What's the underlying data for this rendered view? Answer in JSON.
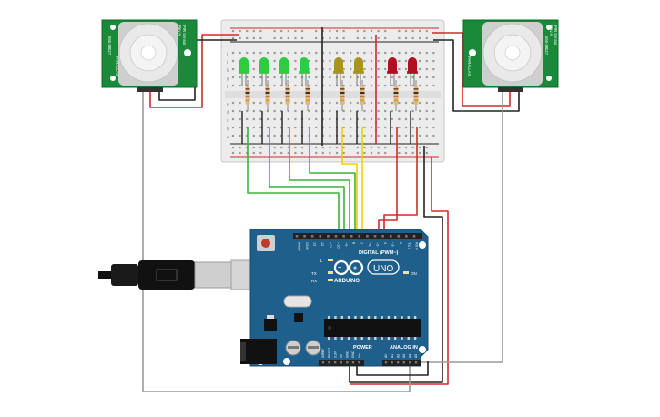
{
  "pir_left": {
    "top_text": "PIR Sensor",
    "top_text2": "Rev A",
    "side_text": "555-28027",
    "side_text2": "PARALLAX"
  },
  "pir_right": {
    "top_text": "PIR Sensor",
    "top_text2": "Rev A",
    "side_text": "555-28027",
    "side_text2": "PARALLAX"
  },
  "breadboard": {
    "row_letters_top": [
      "j",
      "i",
      "h",
      "g",
      "f"
    ],
    "row_letters_bottom": [
      "e",
      "d",
      "c",
      "b",
      "a"
    ]
  },
  "arduino": {
    "brand": "ARDUINO",
    "model": "UNO",
    "digital_label": "DIGITAL (PWM~)",
    "power_label": "POWER",
    "analog_label": "ANALOG IN",
    "led_l": "L",
    "led_tx": "TX",
    "led_rx": "RX",
    "led_on": "ON",
    "digital_pins": [
      "AREF",
      "GND",
      "13",
      "12",
      "~11",
      "~10",
      "~9",
      "8",
      "7",
      "~6",
      "~5",
      "4",
      "~3",
      "2",
      "TX 1",
      "RX 0"
    ],
    "power_pins": [
      "IOREF",
      "RESET",
      "3.3V",
      "5V",
      "GND",
      "GND",
      "Vin"
    ],
    "analog_pins": [
      "A0",
      "A1",
      "A2",
      "A3",
      "A4",
      "A5"
    ]
  },
  "colors": {
    "wire_green": "#3cb43c",
    "wire_yellow": "#f0d000",
    "wire_red": "#d42a2a",
    "wire_black": "#222222",
    "wire_gray": "#9a9a9a",
    "arduino_blue": "#1f5f8b",
    "pcb_green": "#1a8a3a",
    "led_green": "#2ecc40",
    "led_yellow": "#a8941a",
    "led_red": "#b01020"
  }
}
